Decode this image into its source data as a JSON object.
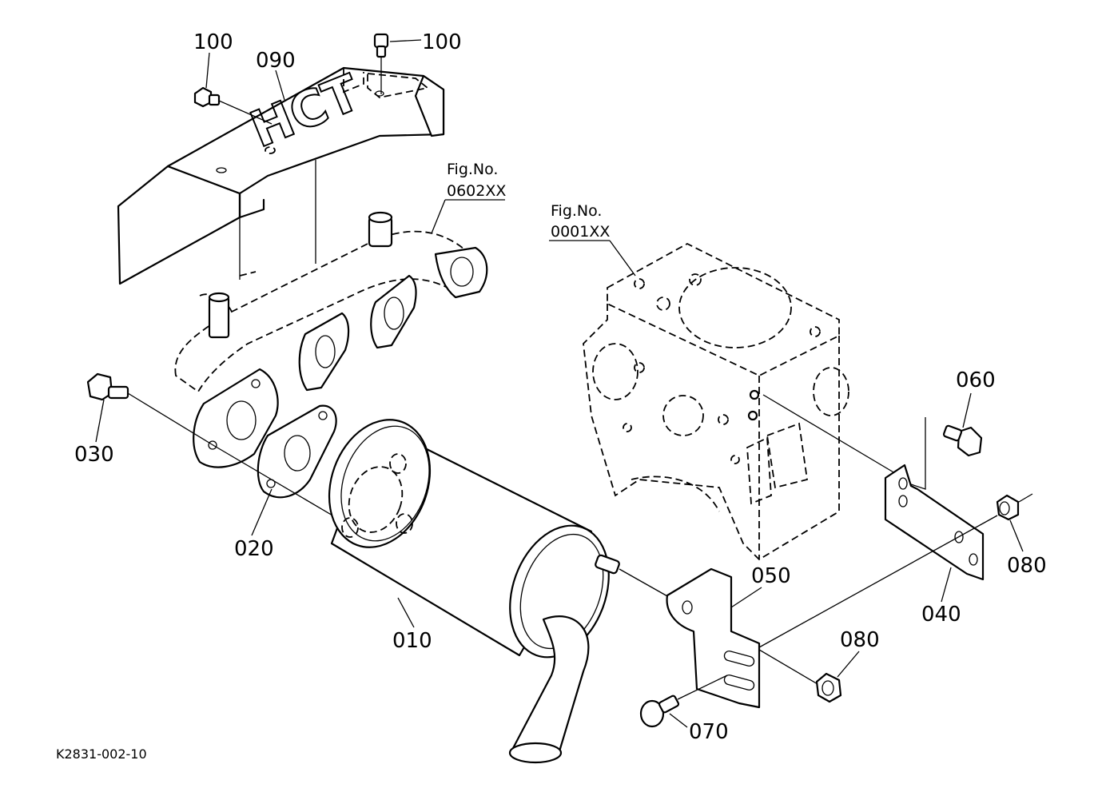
{
  "diagram": {
    "drawing_code": "K2831-002-10",
    "shield_stamp": "HCT",
    "figure_refs": [
      {
        "line1": "Fig.No.",
        "line2": "0602XX"
      },
      {
        "line1": "Fig.No.",
        "line2": "0001XX"
      }
    ],
    "callouts": [
      {
        "id": "c-100a",
        "label": "100"
      },
      {
        "id": "c-100b",
        "label": "100"
      },
      {
        "id": "c-090",
        "label": "090"
      },
      {
        "id": "c-030",
        "label": "030"
      },
      {
        "id": "c-020",
        "label": "020"
      },
      {
        "id": "c-010",
        "label": "010"
      },
      {
        "id": "c-060",
        "label": "060"
      },
      {
        "id": "c-080a",
        "label": "080"
      },
      {
        "id": "c-040",
        "label": "040"
      },
      {
        "id": "c-050",
        "label": "050"
      },
      {
        "id": "c-080b",
        "label": "080"
      },
      {
        "id": "c-070",
        "label": "070"
      }
    ]
  }
}
